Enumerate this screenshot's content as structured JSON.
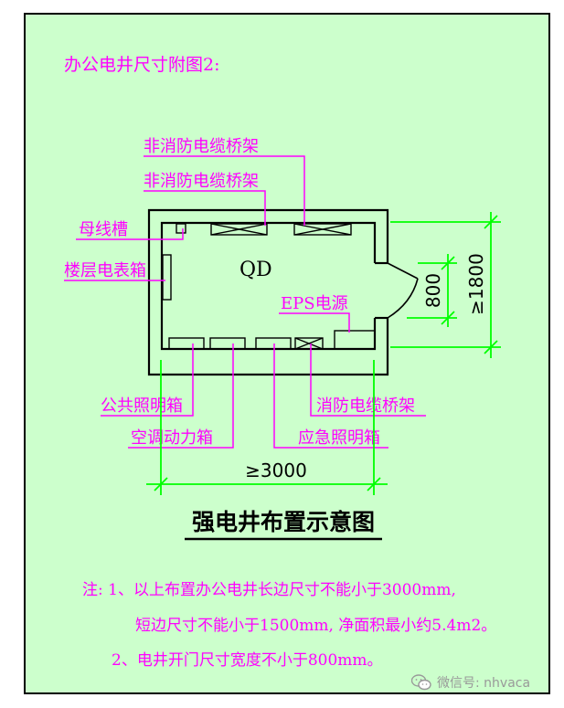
{
  "header": "办公电井尺寸附图2:",
  "labels": {
    "tray_top_1": "非消防电缆桥架",
    "tray_top_2": "非消防电缆桥架",
    "busbar": "母线槽",
    "meter_box": "楼层电表箱",
    "qd": "QD",
    "eps": "EPS电源",
    "public_light": "公共照明箱",
    "fire_tray": "消防电缆桥架",
    "ac_power": "空调动力箱",
    "emergency_light": "应急照明箱"
  },
  "dimensions": {
    "door_width": "800",
    "short_side": "≥1800",
    "long_side": "≥3000"
  },
  "title": "强电井布置示意图",
  "notes": {
    "line1": "注: 1、以上布置办公电井长边尺寸不能小于3000mm,",
    "line2": "短边尺寸不能小于1500mm, 净面积最小约5.4m2。",
    "line3": "2、电井开门尺寸宽度不小于800mm。"
  },
  "watermark": "微信号: nhvaca",
  "colors": {
    "label": "#ff00ff",
    "dimension": "#00ff00",
    "wall": "#000000",
    "background": "#ccffcc"
  }
}
